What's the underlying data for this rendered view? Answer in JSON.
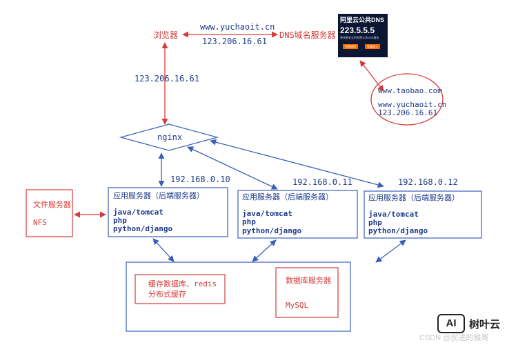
{
  "browser": {
    "label": "浏览器"
  },
  "dns_server": {
    "label": "DNS域名服务器"
  },
  "query_domain": "www.yuchaoit.cn",
  "resolved_ip_top": "123.206.16.61",
  "resolved_ip_left": "123.206.16.61",
  "aliyun_dns": {
    "title": "阿里云公共DNS",
    "ip": "223.5.5.5",
    "tagline": "更快更安全的免费公共DNS服务",
    "button_1": "免费使用",
    "button_2": "快速接入"
  },
  "dns_records": {
    "domain_1": "www.taobao.com",
    "domain_2": "www.yuchaoit.cn",
    "ip_2": "123.206.16.61"
  },
  "nginx": {
    "label": "nginx"
  },
  "app_servers": [
    {
      "ip": "192.168.0.10",
      "title": "应用服务器（后端服务器）",
      "lines": [
        "java/tomcat",
        "php",
        "python/django"
      ]
    },
    {
      "ip": "192.168.0.11",
      "title": "应用服务器（后端服务器）",
      "lines": [
        "java/tomcat",
        "php",
        "python/django"
      ]
    },
    {
      "ip": "192.168.0.12",
      "title": "应用服务器（后端服务器）",
      "lines": [
        "java/tomcat",
        "php",
        "python/django"
      ]
    }
  ],
  "file_server": {
    "title": "文件服务器",
    "type": "NFS"
  },
  "cache": {
    "line1": "缓存数据库、redis",
    "line2": "分布式缓存"
  },
  "database": {
    "title": "数据库服务器",
    "type": "MySQL"
  },
  "watermark": {
    "logo": "AI",
    "name": "树叶云",
    "credit": "CSDN @前进的猴哥"
  },
  "colors": {
    "red": "#d63a3a",
    "blue": "#3a5fb8",
    "dark_blue_text": "#1e3a8a",
    "dns_bg": "#0b1633",
    "dns_button": "#ff6a00"
  }
}
